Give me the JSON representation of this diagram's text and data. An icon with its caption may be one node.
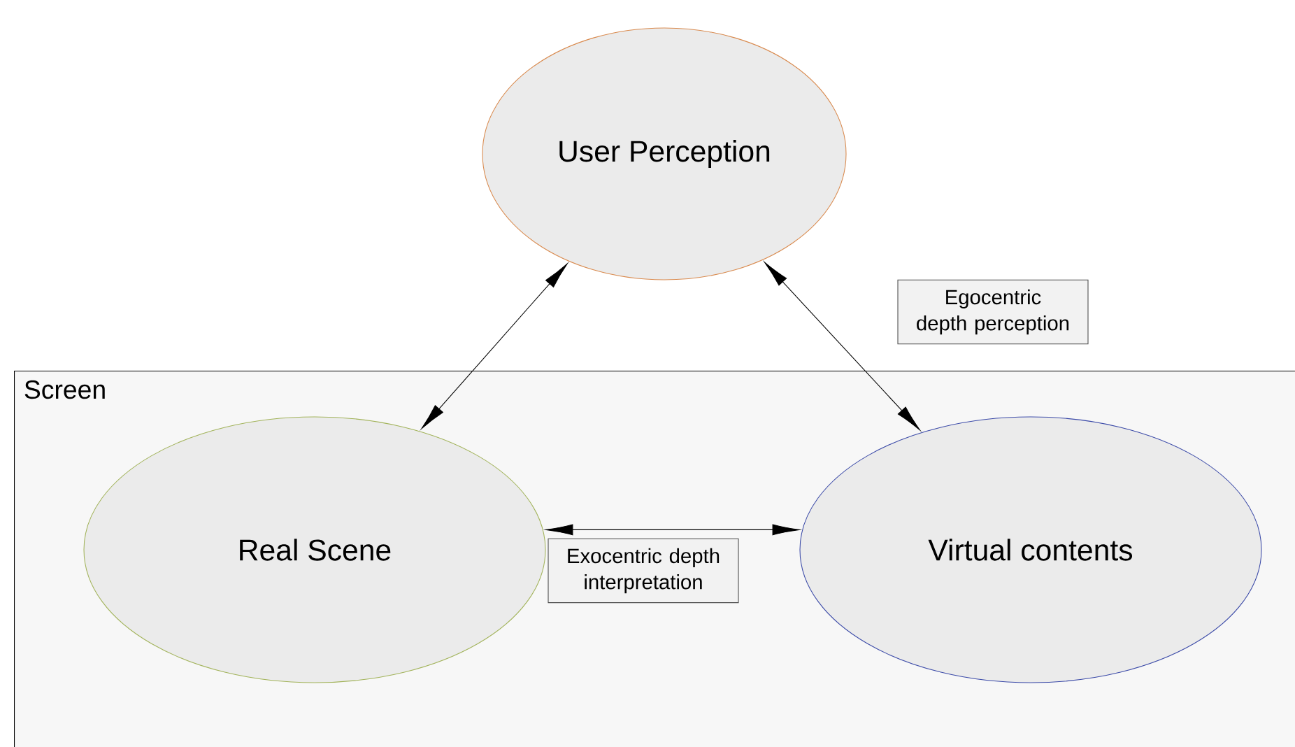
{
  "diagram": {
    "nodes": [
      {
        "text": [
          "Screen"
        ]
      },
      {
        "text": [
          "User Perception"
        ]
      },
      {
        "text": [
          "Real Scene"
        ],
        "in": 0
      },
      {
        "text": [
          "Virtual contents"
        ],
        "in": 0
      }
    ],
    "edges": [
      {
        "from": 1,
        "to": 2,
        "arrow": "both"
      },
      {
        "from": 1,
        "to": 3,
        "arrow": "both",
        "label": "Egocentric depth perception"
      },
      {
        "from": 2,
        "to": 3,
        "arrow": "both",
        "label": "Exocentric depth interpretation"
      }
    ]
  }
}
